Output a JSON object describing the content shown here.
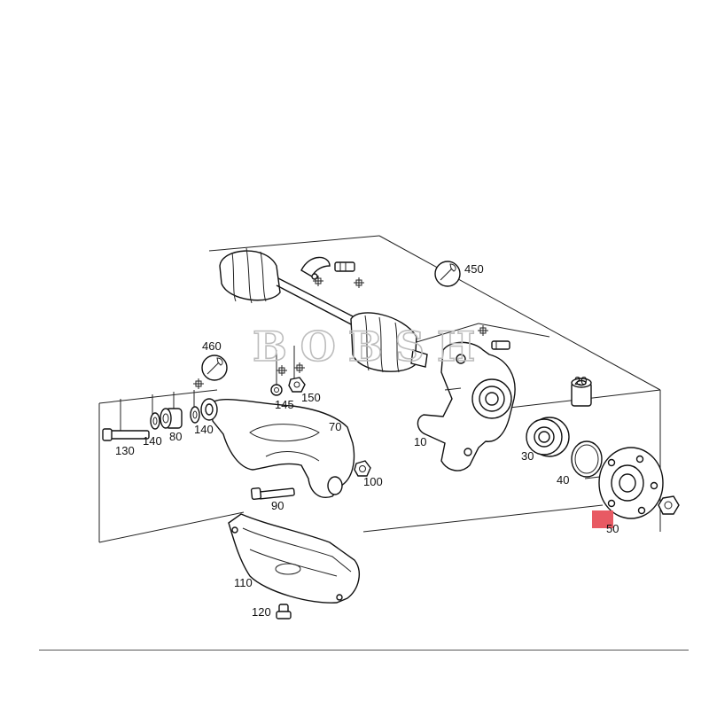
{
  "watermark": "BOBSH",
  "callouts": {
    "c10": "10",
    "c20": "20",
    "c30": "30",
    "c40": "40",
    "c50": "50",
    "c70": "70",
    "c80": "80",
    "c90": "90",
    "c100": "100",
    "c110": "110",
    "c120": "120",
    "c130": "130",
    "c140a": "140",
    "c140b": "140",
    "c145": "145",
    "c150": "150",
    "c450": "450",
    "c460": "460"
  },
  "colors": {
    "line": "#222222",
    "highlight": "#e85a63",
    "watermark": "#bdbdbd"
  },
  "icons": [
    "wrench-icon",
    "torque-symbol-icon"
  ]
}
